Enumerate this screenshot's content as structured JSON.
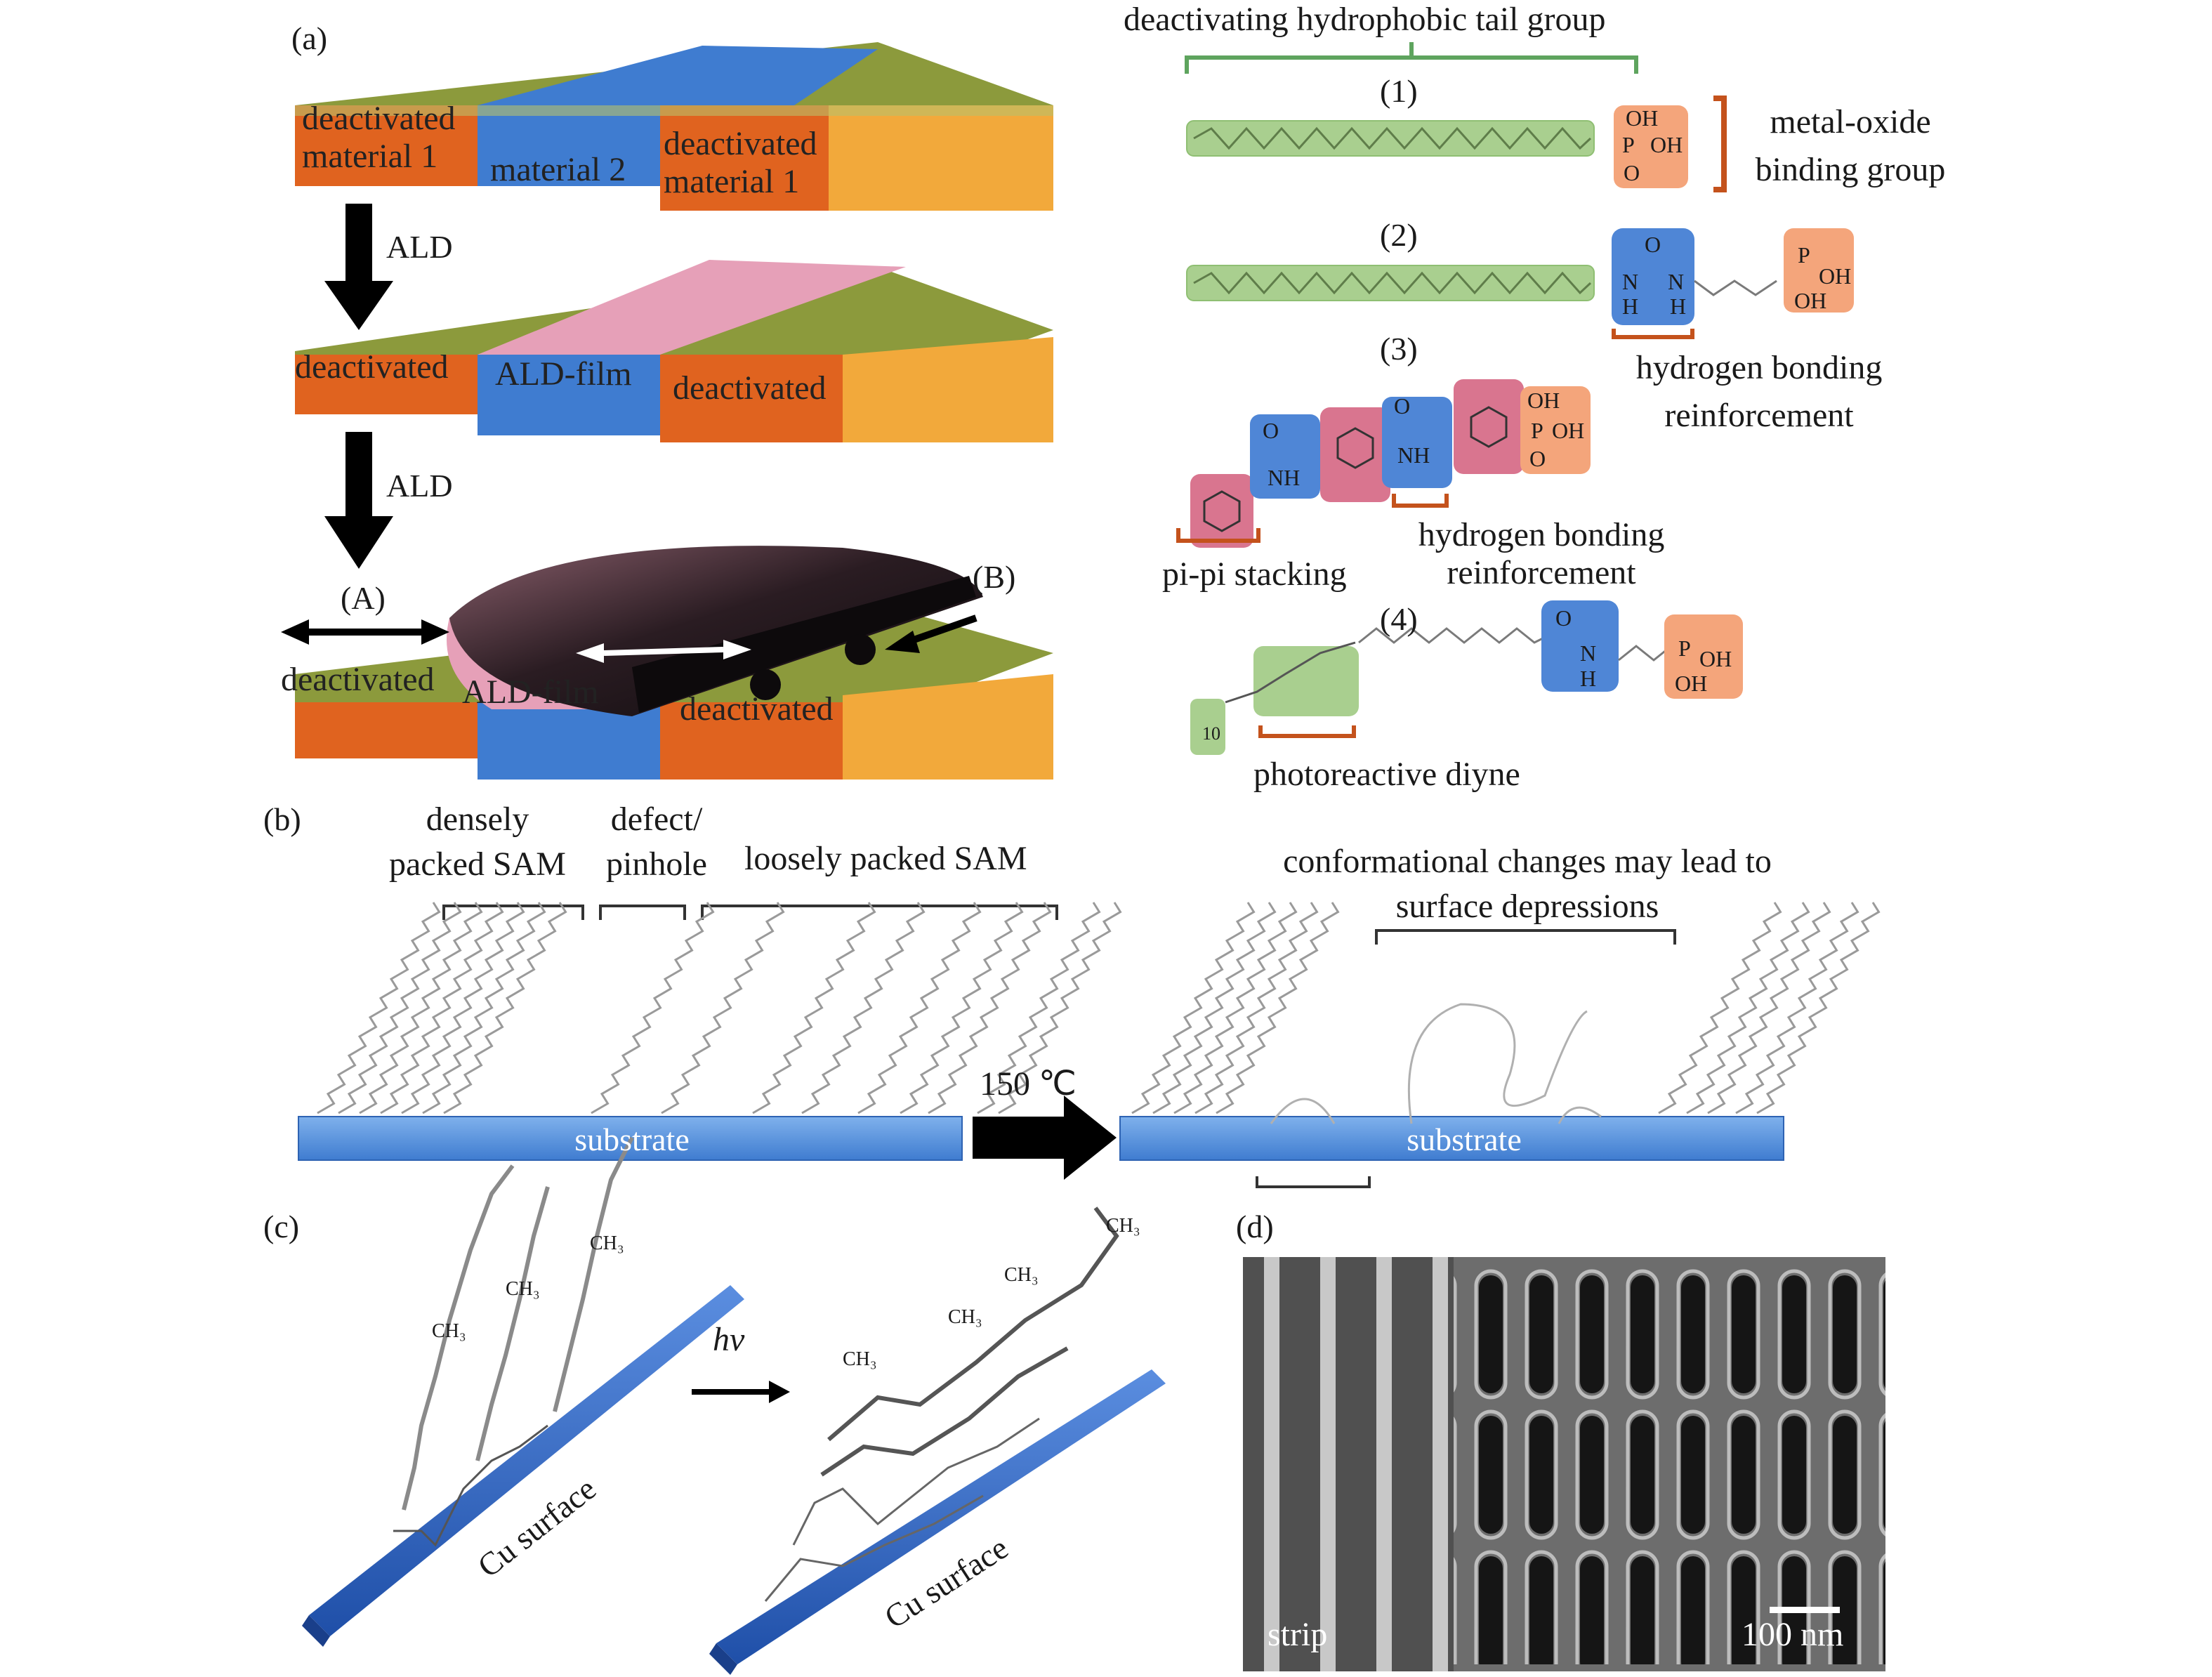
{
  "panels": {
    "a": "(a)",
    "b": "(b)",
    "c": "(c)",
    "d": "(d)"
  },
  "panel_a": {
    "layer1": {
      "left": "deactivated\nmaterial 1",
      "middle": "material 2",
      "right": "deactivated\nmaterial 1"
    },
    "arrow1": "ALD",
    "layer2": {
      "left": "deactivated",
      "middle": "ALD-film",
      "right": "deactivated"
    },
    "arrow2": "ALD",
    "layer3": {
      "mark_a": "(A)",
      "mark_b": "(B)",
      "left": "deactivated",
      "middle": "ALD-film",
      "right": "deactivated"
    }
  },
  "molecules": {
    "tail_group": "deactivating hydrophobic tail group",
    "m1": "(1)",
    "binding_group": "metal-oxide\nbinding group",
    "m2": "(2)",
    "hbond_1": "hydrogen bonding\nreinforcement",
    "m3": "(3)",
    "pipi": "pi-pi stacking",
    "hbond_2": "hydrogen bonding\nreinforcement",
    "m4": "(4)",
    "diyne": "photoreactive diyne",
    "chem": {
      "oh": "OH",
      "p": "P",
      "o": "O",
      "nh": "NH",
      "n": "N",
      "h": "H",
      "ten": "10"
    }
  },
  "panel_b": {
    "dense": "densely\npacked SAM",
    "defect": "defect/\npinhole",
    "loose": "loosely packed SAM",
    "temp": "150 ℃",
    "conformational": "conformational changes may lead to\nsurface depressions",
    "substrate_left": "substrate",
    "substrate_right": "substrate"
  },
  "panel_c": {
    "hv": "hv",
    "surface_left": "Cu surface",
    "surface_right": "Cu surface",
    "ch3": "CH₃"
  },
  "panel_d": {
    "strip": "strip",
    "scale": "100 nm"
  },
  "colors": {
    "orange": "#e0631f",
    "yellow": "#f2a93b",
    "green_top": "#8c9a3c",
    "blue": "#3f7cd0",
    "pink": "#e6a0b8",
    "chain_fill": "#a9cf8f",
    "oxide": "#f4a57b",
    "amide": "#4f86d6",
    "ring": "#d9758f",
    "brace": "#c4521c"
  }
}
